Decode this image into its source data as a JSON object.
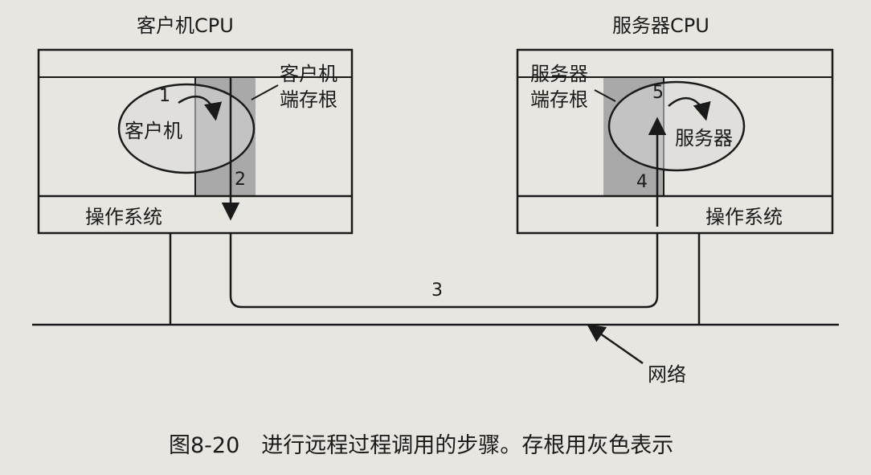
{
  "client": {
    "title": "客户机CPU",
    "stub_line1": "客户机",
    "stub_line2": "端存根",
    "process_label": "客户机",
    "os_label": "操作系统"
  },
  "server": {
    "title": "服务器CPU",
    "stub_line1": "服务器",
    "stub_line2": "端存根",
    "process_label": "服务器",
    "os_label": "操作系统"
  },
  "steps": [
    "1",
    "2",
    "3",
    "4",
    "5"
  ],
  "network_label": "网络",
  "caption": "图8-20　进行远程过程调用的步骤。存根用灰色表示",
  "colors": {
    "paper": "#e8e6e1",
    "ink": "#1a1a1a",
    "stub_gray": "#a9a9a9",
    "process_fill": "#d8d8d8"
  }
}
